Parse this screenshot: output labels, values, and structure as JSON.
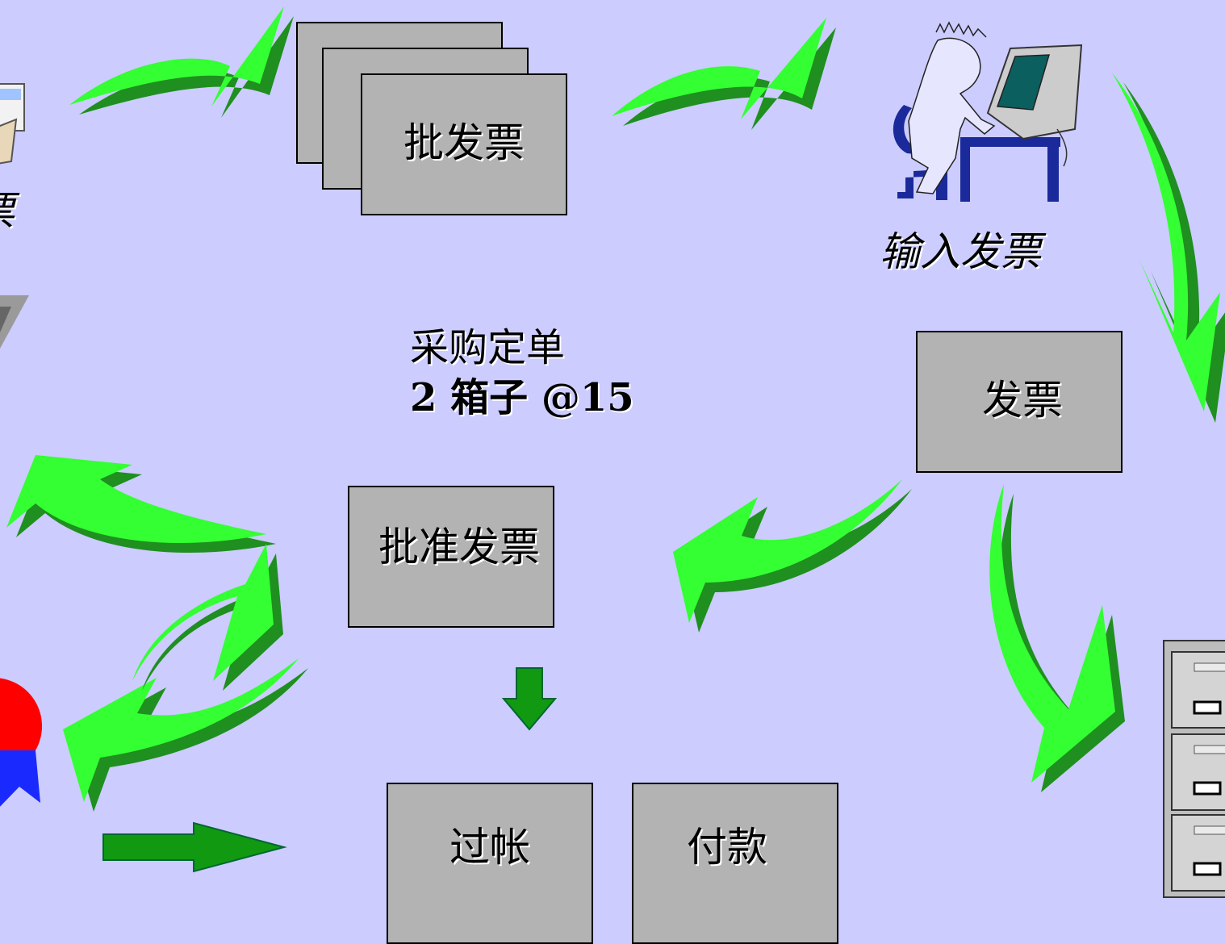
{
  "nodes": {
    "batch_invoices": "批发票",
    "enter_invoices_caption": "输入发票",
    "invoice": "发票",
    "approve_invoices": "批准发票",
    "posting": "过帐",
    "payment": "付款",
    "left_partial_caption": "票"
  },
  "purchase_order": {
    "line1": "采购定单",
    "line2": "2 箱子 @15"
  },
  "colors": {
    "background": "#ccccff",
    "box_fill": "#b3b3b3",
    "curved_arrow": "#33ff33",
    "curved_arrow_shadow": "#1f8f1f",
    "block_arrow": "#119911",
    "monitor": "#0b5f5f",
    "desk_blue": "#1a2a9a"
  },
  "icons": {
    "envelope": "envelope-icon",
    "person_at_computer": "person-computer-icon",
    "file_cabinet": "file-cabinet-icon",
    "pie_piece": "pie-chart-icon",
    "gray_triangle": "triangle-icon"
  }
}
